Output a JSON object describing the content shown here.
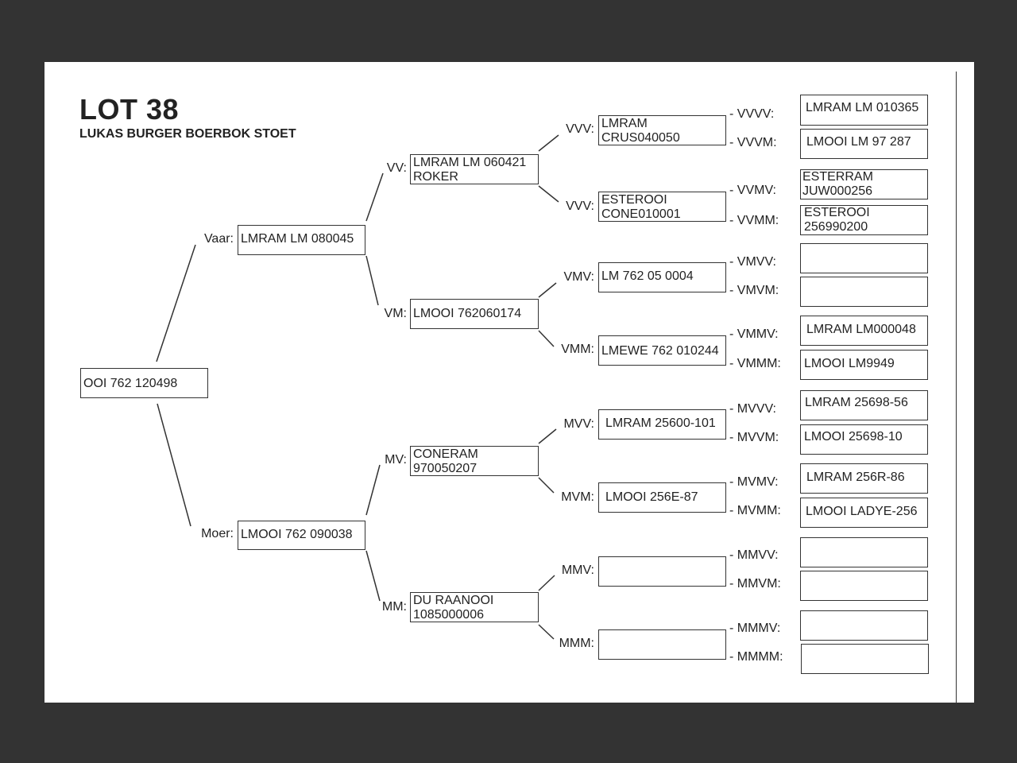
{
  "header": {
    "title": "LOT 38",
    "subtitle": "LUKAS BURGER BOERBOK STOET"
  },
  "subject": {
    "name": "OOI 762 120498"
  },
  "generation1": {
    "sire": {
      "label": "Vaar:",
      "name": "LMRAM LM 080045"
    },
    "dam": {
      "label": "Moer:",
      "name": "LMOOI 762 090038"
    }
  },
  "generation2": [
    {
      "label": "VV:",
      "line1": "LMRAM LM 060421",
      "line2": "ROKER"
    },
    {
      "label": "VM:",
      "line1": "LMOOI 762060174",
      "line2": ""
    },
    {
      "label": "MV:",
      "line1": "CONERAM",
      "line2": "970050207"
    },
    {
      "label": "MM:",
      "line1": "DU RAANOOI",
      "line2": "1085000006"
    }
  ],
  "generation3": [
    {
      "label": "VVV:",
      "line1": "LMRAM",
      "line2": "CRUS040050"
    },
    {
      "label": "VVV:",
      "line1": "ESTEROOI",
      "line2": "CONE010001"
    },
    {
      "label": "VMV:",
      "line1": "LM 762 05 0004",
      "line2": ""
    },
    {
      "label": "VMM:",
      "line1": "LMEWE 762 010244",
      "line2": ""
    },
    {
      "label": "MVV:",
      "line1": "LMRAM 25600-101",
      "line2": ""
    },
    {
      "label": "MVM:",
      "line1": "LMOOI 256E-87",
      "line2": ""
    },
    {
      "label": "MMV:",
      "line1": "",
      "line2": ""
    },
    {
      "label": "MMM:",
      "line1": "",
      "line2": ""
    }
  ],
  "generation4": [
    {
      "label": "- VVVV:",
      "line1": "LMRAM LM 010365",
      "line2": ""
    },
    {
      "label": "- VVVM:",
      "line1": "LMOOI LM 97 287",
      "line2": ""
    },
    {
      "label": "- VVMV:",
      "line1": "ESTERRAM",
      "line2": "JUW000256"
    },
    {
      "label": "- VVMM:",
      "line1": "ESTEROOI",
      "line2": "256990200"
    },
    {
      "label": "- VMVV:",
      "line1": "",
      "line2": ""
    },
    {
      "label": "- VMVM:",
      "line1": "",
      "line2": ""
    },
    {
      "label": "- VMMV:",
      "line1": "LMRAM LM000048",
      "line2": ""
    },
    {
      "label": "- VMMM:",
      "line1": "LMOOI LM9949",
      "line2": ""
    },
    {
      "label": "- MVVV:",
      "line1": "LMRAM 25698-56",
      "line2": ""
    },
    {
      "label": "- MVVM:",
      "line1": "LMOOI 25698-10",
      "line2": ""
    },
    {
      "label": "- MVMV:",
      "line1": "LMRAM 256R-86",
      "line2": ""
    },
    {
      "label": "- MVMM:",
      "line1": "LMOOI LADYE-256",
      "line2": ""
    },
    {
      "label": "- MMVV:",
      "line1": "",
      "line2": ""
    },
    {
      "label": "- MMVM:",
      "line1": "",
      "line2": ""
    },
    {
      "label": "- MMMV:",
      "line1": "",
      "line2": ""
    },
    {
      "label": "- MMMM:",
      "line1": "",
      "line2": ""
    }
  ]
}
